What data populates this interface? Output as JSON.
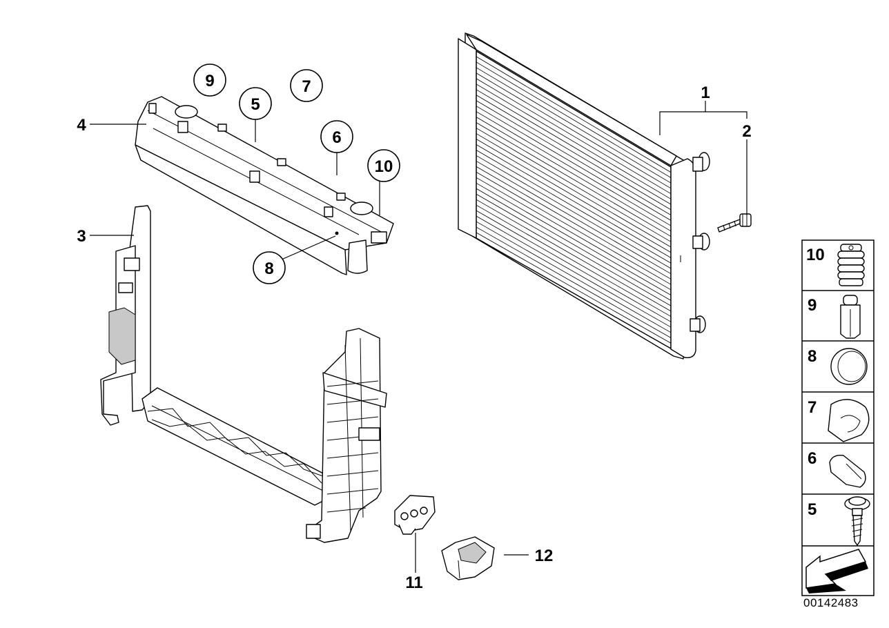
{
  "callouts": {
    "c1": "1",
    "c2": "2",
    "c3": "3",
    "c4": "4",
    "c5": "5",
    "c6": "6",
    "c7": "7",
    "c8": "8",
    "c9": "9",
    "c10": "10",
    "c11": "11",
    "c12": "12"
  },
  "legend": {
    "items": [
      "10",
      "9",
      "8",
      "7",
      "6",
      "5"
    ]
  },
  "diagram_id": "00142483"
}
